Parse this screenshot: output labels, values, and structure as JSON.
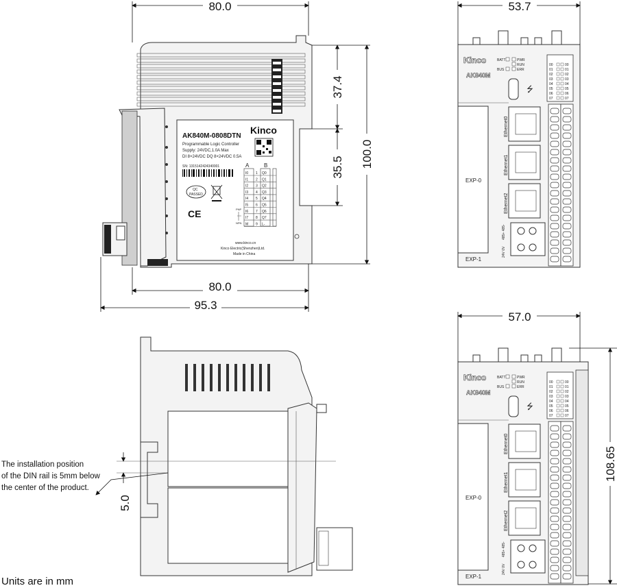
{
  "dimensions": {
    "top_width": "80.0",
    "upper_height": "37.4",
    "lower_height": "35.5",
    "total_height": "100.0",
    "bottom_width": "80.0",
    "overall_width": "95.3",
    "front_width": "53.7",
    "front2_width": "57.0",
    "front2_height": "108.65",
    "rail_offset": "5.0"
  },
  "label": {
    "model": "AK840M-0808DTN",
    "brand": "Kinco",
    "desc": "Programmable Logic Controller",
    "supply": "Supply: 24VDC,1.0A  Max",
    "io": "DI 8×24VDC DQ 8×24VDC 0.5A",
    "serial": "SN: 1315142424340001",
    "qc_top": "QC",
    "qc_bottom": "PASSED",
    "ce": "CE",
    "website": "www.kinco.cn",
    "company": "Kinco Electric(Shenzhen)Ltd.",
    "made": "Made in China",
    "col_a": "A",
    "col_b": "B",
    "pnp": "PNP",
    "npn": "NPN",
    "inputs": [
      "I0",
      "I1",
      "I2",
      "I3",
      "I4",
      "I5",
      "I6",
      "I7",
      "M"
    ],
    "numbers": [
      "1",
      "2",
      "3",
      "4",
      "5",
      "6",
      "7",
      "8",
      "9"
    ],
    "outputs": [
      "Q0",
      "Q1",
      "Q2",
      "Q3",
      "Q4",
      "Q5",
      "Q6",
      "Q7",
      "L-"
    ]
  },
  "front": {
    "brand": "Kinco",
    "model": "AK840M",
    "batt": "BATT",
    "bus": "BUS",
    "pwr": "PWR",
    "run": "RUN",
    "err": "ERR",
    "ethernet0": "Ethernet0",
    "ethernet1": "Ethernet1",
    "ethernet2": "Ethernet2",
    "exp0": "EXP-0",
    "exp1": "EXP-1",
    "in_leds": [
      "0",
      "1",
      "2",
      "3",
      "4",
      "5",
      "6",
      "7"
    ],
    "out_leds": [
      "0",
      "1",
      "2",
      "3",
      "4",
      "5",
      "6",
      "7"
    ],
    "power_terminal_top": "485+ 485-",
    "power_terminal_bottom": "24V 0V"
  },
  "note": {
    "line1": "The installation position",
    "line2": "of the DIN rail is 5mm below",
    "line3": "the center of the product."
  },
  "units": "Units are in mm"
}
